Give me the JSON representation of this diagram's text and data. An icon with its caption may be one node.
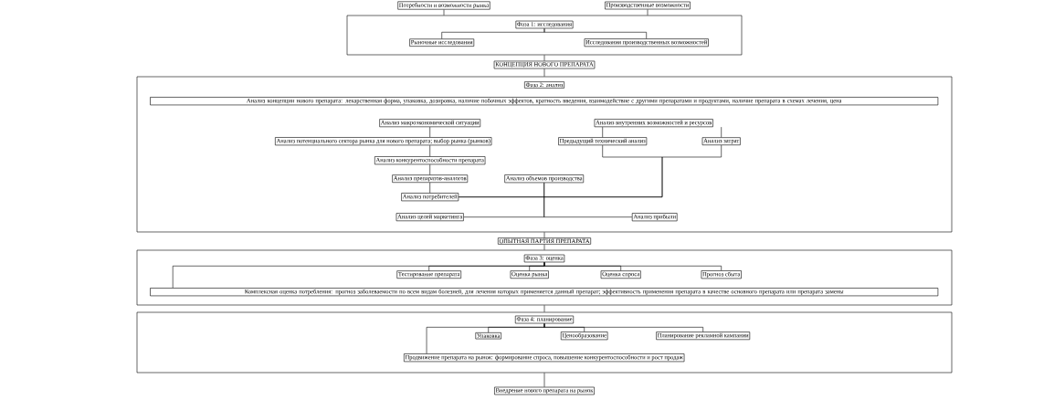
{
  "diagram": {
    "nodes": [
      {
        "text": [
          "Потребности и возможности рынка"
        ]
      },
      {
        "text": [
          "Производственные возможности"
        ]
      },
      {
        "text": [
          "Фаза 1: исследования"
        ]
      },
      {
        "text": [
          "Рыночные исследования"
        ],
        "in": 2
      },
      {
        "text": [
          "Исследования производственных возможностей"
        ],
        "in": 2
      },
      {
        "text": [
          "КОНЦЕПЦИЯ НОВОГО ПРЕПАРАТА"
        ]
      },
      {
        "text": [
          "Фаза 2: анализ"
        ]
      },
      {
        "text": [
          "Анализ концепции нового препарата: лекарственная форма, упаковка, дозировка, наличие побочных эффектов, кратность введения, взаимодействие с другими препаратами и продуктами, наличие препарата в схемах лечения, цена"
        ],
        "in": 6
      },
      {
        "text": [
          "Анализ макроэкономической ситуации"
        ],
        "in": 6
      },
      {
        "text": [
          "Анализ внутренних возможностей и ресурсов"
        ],
        "in": 6
      },
      {
        "text": [
          "Анализ потенциального сектора рынка для нового препарата; выбор рынка (рынков)"
        ],
        "in": 6
      },
      {
        "text": [
          "Предыдущий технический анализ"
        ],
        "in": 6
      },
      {
        "text": [
          "Анализ затрат"
        ],
        "in": 6
      },
      {
        "text": [
          "Анализ конкурентоспособности препарата"
        ],
        "in": 6
      },
      {
        "text": [
          "Анализ препаратов-аналогов"
        ],
        "in": 6
      },
      {
        "text": [
          "Анализ объемов производства"
        ],
        "in": 6
      },
      {
        "text": [
          "Анализ потребителей"
        ],
        "in": 6
      },
      {
        "text": [
          "Анализ целей маркетинга"
        ],
        "in": 6
      },
      {
        "text": [
          "Анализ прибыли"
        ],
        "in": 6
      },
      {
        "text": [
          "ОПЫТНАЯ ПАРТИЯ ПРЕПАРАТА"
        ]
      },
      {
        "text": [
          "Фаза 3: оценка"
        ]
      },
      {
        "text": [
          "Комплексная оценка потребления: прогноз заболеваемости по всем видам болезней, для лечения которых применяется данный препарат; эффективность применения препарата в качестве основного препарата или препарата замены"
        ],
        "in": 20
      },
      {
        "text": [
          "Тестирование препарата"
        ],
        "in": 20
      },
      {
        "text": [
          "Оценка рынка"
        ],
        "in": 20
      },
      {
        "text": [
          "Оценка спроса"
        ],
        "in": 20
      },
      {
        "text": [
          "Прогноз сбыта"
        ],
        "in": 20
      },
      {
        "text": [
          "Фаза 4: планирование"
        ]
      },
      {
        "text": [
          "Продвижение препарата на рынок: формирование спроса, повышение конкурентоспособности и рост продаж"
        ],
        "in": 26
      },
      {
        "text": [
          "Упаковка"
        ],
        "in": 26
      },
      {
        "text": [
          "Ценообразование"
        ],
        "in": 26
      },
      {
        "text": [
          "Планирование рекламной кампании"
        ],
        "in": 26
      },
      {
        "text": [
          "Внедрение нового препарата на рынок"
        ]
      }
    ],
    "edges": [
      {
        "from": 0,
        "to": 2,
        "arrow": "none"
      },
      {
        "from": 1,
        "to": 2,
        "arrow": "none"
      },
      {
        "from": 2,
        "to": 3,
        "arrow": "none"
      },
      {
        "from": 2,
        "to": 4,
        "arrow": "none"
      },
      {
        "from": 2,
        "to": 5,
        "arrow": "none"
      },
      {
        "from": 5,
        "to": 6,
        "arrow": "none"
      },
      {
        "from": 8,
        "to": 10,
        "arrow": "none"
      },
      {
        "from": 9,
        "to": 11,
        "arrow": "none"
      },
      {
        "from": 9,
        "to": 12,
        "arrow": "none"
      },
      {
        "from": 10,
        "to": 13,
        "arrow": "none"
      },
      {
        "from": 13,
        "to": 14,
        "arrow": "none"
      },
      {
        "from": 14,
        "to": 16,
        "arrow": "none"
      },
      {
        "from": 11,
        "to": 16,
        "arrow": "none"
      },
      {
        "from": 12,
        "to": 16,
        "arrow": "none"
      },
      {
        "from": 15,
        "to": 17,
        "arrow": "none"
      },
      {
        "from": 15,
        "to": 18,
        "arrow": "none"
      },
      {
        "from": 6,
        "to": 19,
        "arrow": "none"
      },
      {
        "from": 19,
        "to": 20,
        "arrow": "none"
      },
      {
        "from": 20,
        "to": 21,
        "arrow": "none"
      },
      {
        "from": 20,
        "to": 22,
        "arrow": "none"
      },
      {
        "from": 20,
        "to": 23,
        "arrow": "none"
      },
      {
        "from": 20,
        "to": 24,
        "arrow": "none"
      },
      {
        "from": 20,
        "to": 25,
        "arrow": "none"
      },
      {
        "from": 20,
        "to": 26,
        "arrow": "none"
      },
      {
        "from": 26,
        "to": 27,
        "arrow": "none"
      },
      {
        "from": 26,
        "to": 28,
        "arrow": "none"
      },
      {
        "from": 26,
        "to": 29,
        "arrow": "none"
      },
      {
        "from": 26,
        "to": 30,
        "arrow": "none"
      },
      {
        "from": 26,
        "to": 31,
        "arrow": "none"
      }
    ]
  }
}
